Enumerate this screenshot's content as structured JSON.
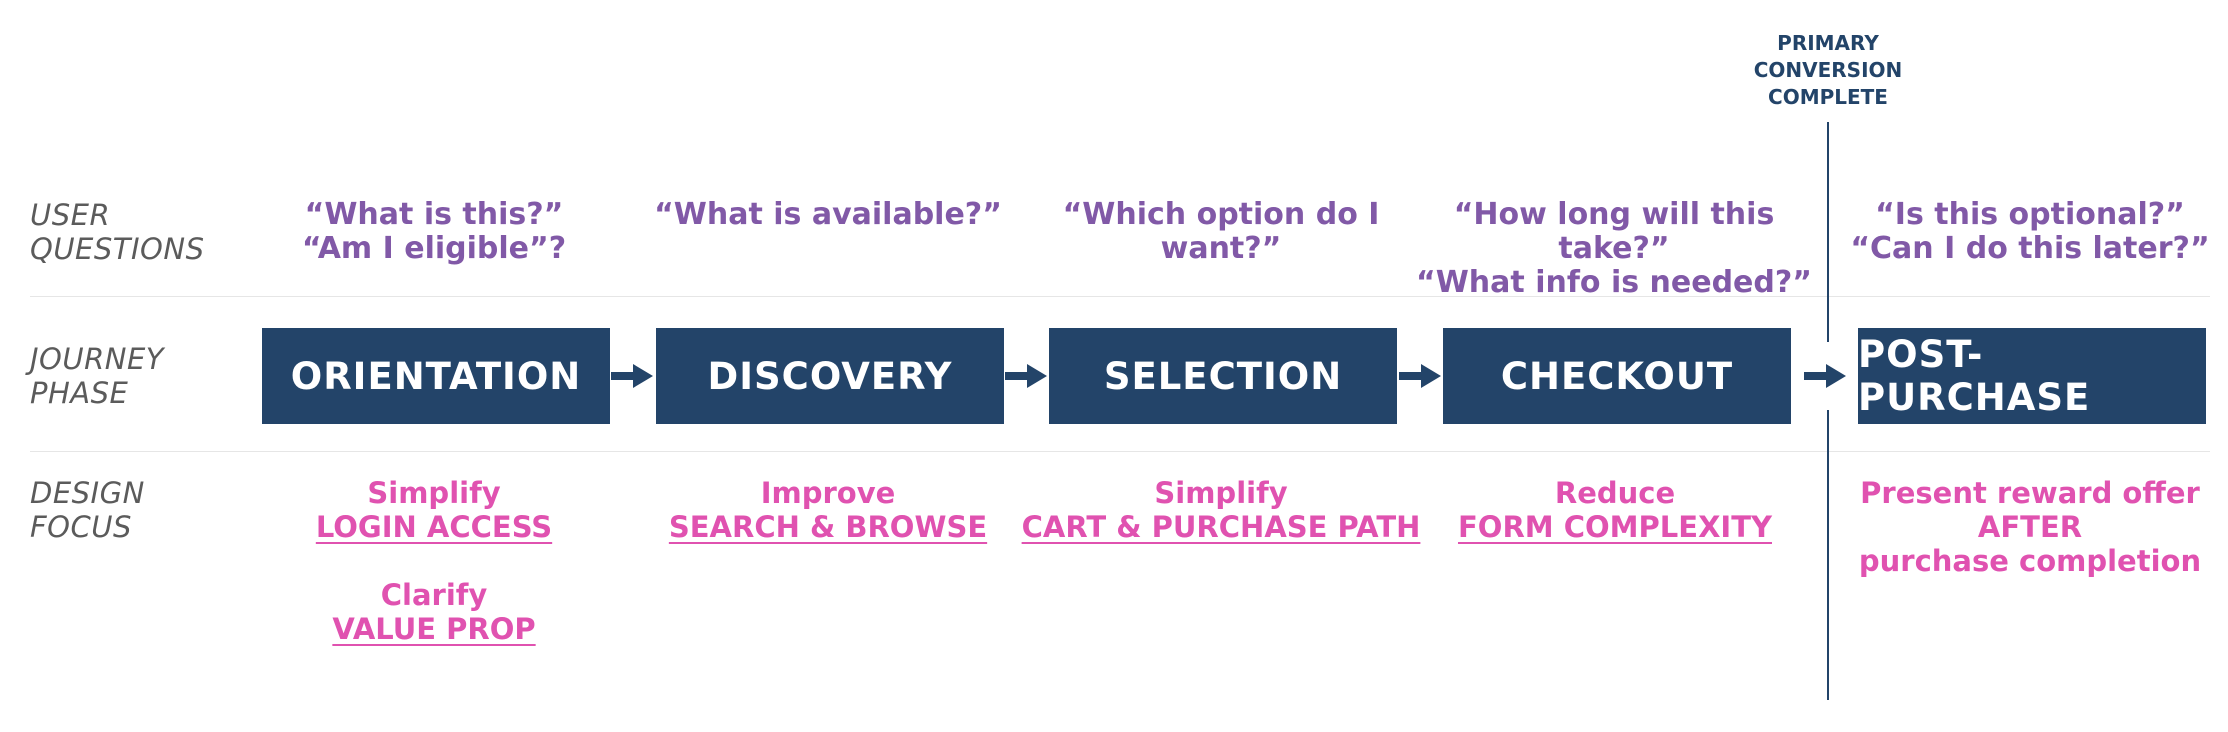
{
  "row_labels": {
    "user_questions": [
      "USER",
      "QUESTIONS"
    ],
    "journey_phase": [
      "JOURNEY",
      "PHASE"
    ],
    "design_focus": [
      "DESIGN",
      "FOCUS"
    ]
  },
  "conversion_marker": [
    "PRIMARY",
    "CONVERSION",
    "COMPLETE"
  ],
  "stages": [
    {
      "phase": "ORIENTATION",
      "questions": [
        "“What is this?”",
        "“Am I eligible”?"
      ],
      "focus": [
        {
          "lead": "Simplify",
          "key": "LOGIN ACCESS"
        },
        {
          "lead": "Clarify",
          "key": "VALUE PROP"
        }
      ]
    },
    {
      "phase": "DISCOVERY",
      "questions": [
        "“What is available?”"
      ],
      "focus": [
        {
          "lead": "Improve",
          "key": "SEARCH & BROWSE"
        }
      ]
    },
    {
      "phase": "SELECTION",
      "questions": [
        "“Which option do I want?”"
      ],
      "focus": [
        {
          "lead": "Simplify",
          "key": "CART & PURCHASE PATH"
        }
      ]
    },
    {
      "phase": "CHECKOUT",
      "questions": [
        "“How long will this take?”",
        "“What info is needed?”"
      ],
      "focus": [
        {
          "lead": "Reduce",
          "key": "FORM COMPLEXITY"
        }
      ]
    },
    {
      "phase": "POST-PURCHASE",
      "questions": [
        "“Is this optional?”",
        "“Can I do this later?”"
      ],
      "focus": [
        {
          "lead": "Present reward offer",
          "key": "AFTER",
          "sub": "purchase completion"
        }
      ]
    }
  ]
}
